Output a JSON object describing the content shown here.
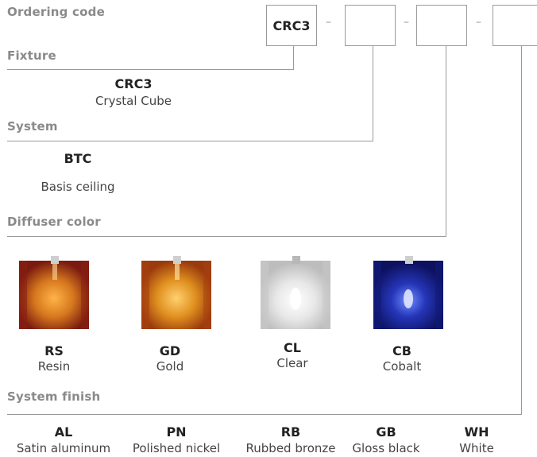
{
  "ordering": {
    "label": "Ordering code",
    "box1": "CRC3",
    "box2": "",
    "box3": "",
    "box4": "",
    "dash": "–"
  },
  "fixture": {
    "label": "Fixture",
    "code": "CRC3",
    "name": "Crystal Cube"
  },
  "system": {
    "label": "System",
    "code": "BTC",
    "name": "Basis ceiling"
  },
  "diffuser": {
    "label": "Diffuser color",
    "items": [
      {
        "code": "RS",
        "name": "Resin",
        "color": "#b8541a"
      },
      {
        "code": "GD",
        "name": "Gold",
        "color": "#d4781a"
      },
      {
        "code": "CL",
        "name": "Clear",
        "color": "#e6e6e6"
      },
      {
        "code": "CB",
        "name": "Cobalt",
        "color": "#1e2a9a"
      }
    ]
  },
  "finish": {
    "label": "System finish",
    "items": [
      {
        "code": "AL",
        "name": "Satin aluminum"
      },
      {
        "code": "PN",
        "name": "Polished nickel"
      },
      {
        "code": "RB",
        "name": "Rubbed bronze"
      },
      {
        "code": "GB",
        "name": "Gloss black"
      },
      {
        "code": "WH",
        "name": "White"
      }
    ]
  }
}
